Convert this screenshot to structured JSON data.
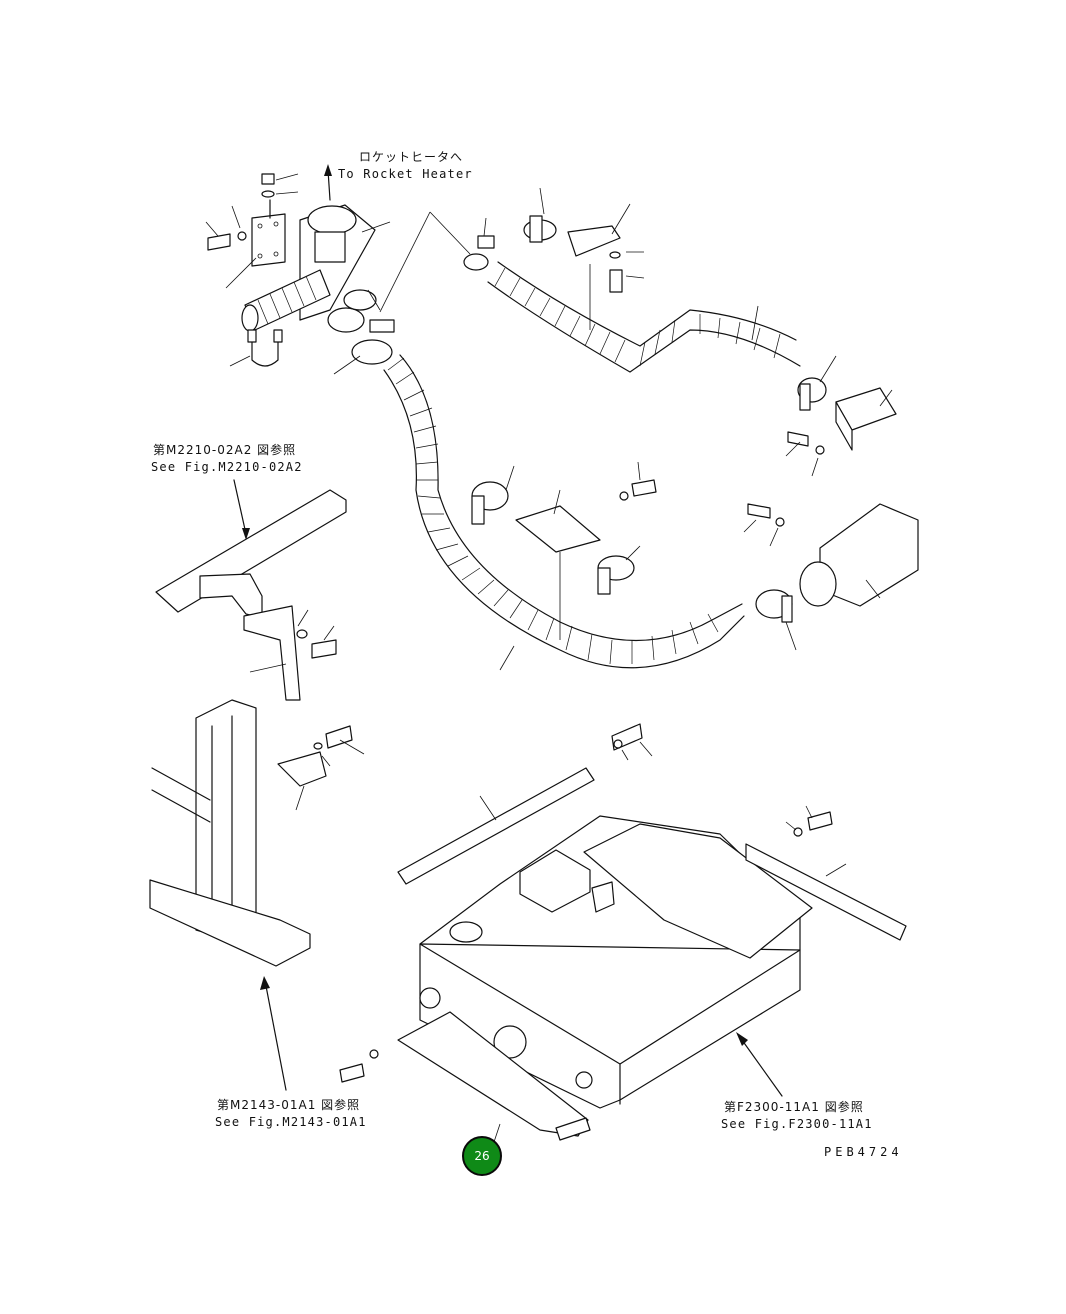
{
  "labels": {
    "to_heater_jp": "ロケットヒータへ",
    "to_heater_en": "To Rocket Heater",
    "ref1_jp": "第M2210-02A2 図参照",
    "ref1_en": "See Fig.M2210-02A2",
    "ref2_jp": "第M2143-01A1 図参照",
    "ref2_en": "See Fig.M2143-01A1",
    "ref3_jp": "第F2300-11A1 図参照",
    "ref3_en": "See Fig.F2300-11A1",
    "drawing_code": "PEB4724"
  },
  "badge": {
    "number": "26",
    "color": "#0f8a17"
  }
}
